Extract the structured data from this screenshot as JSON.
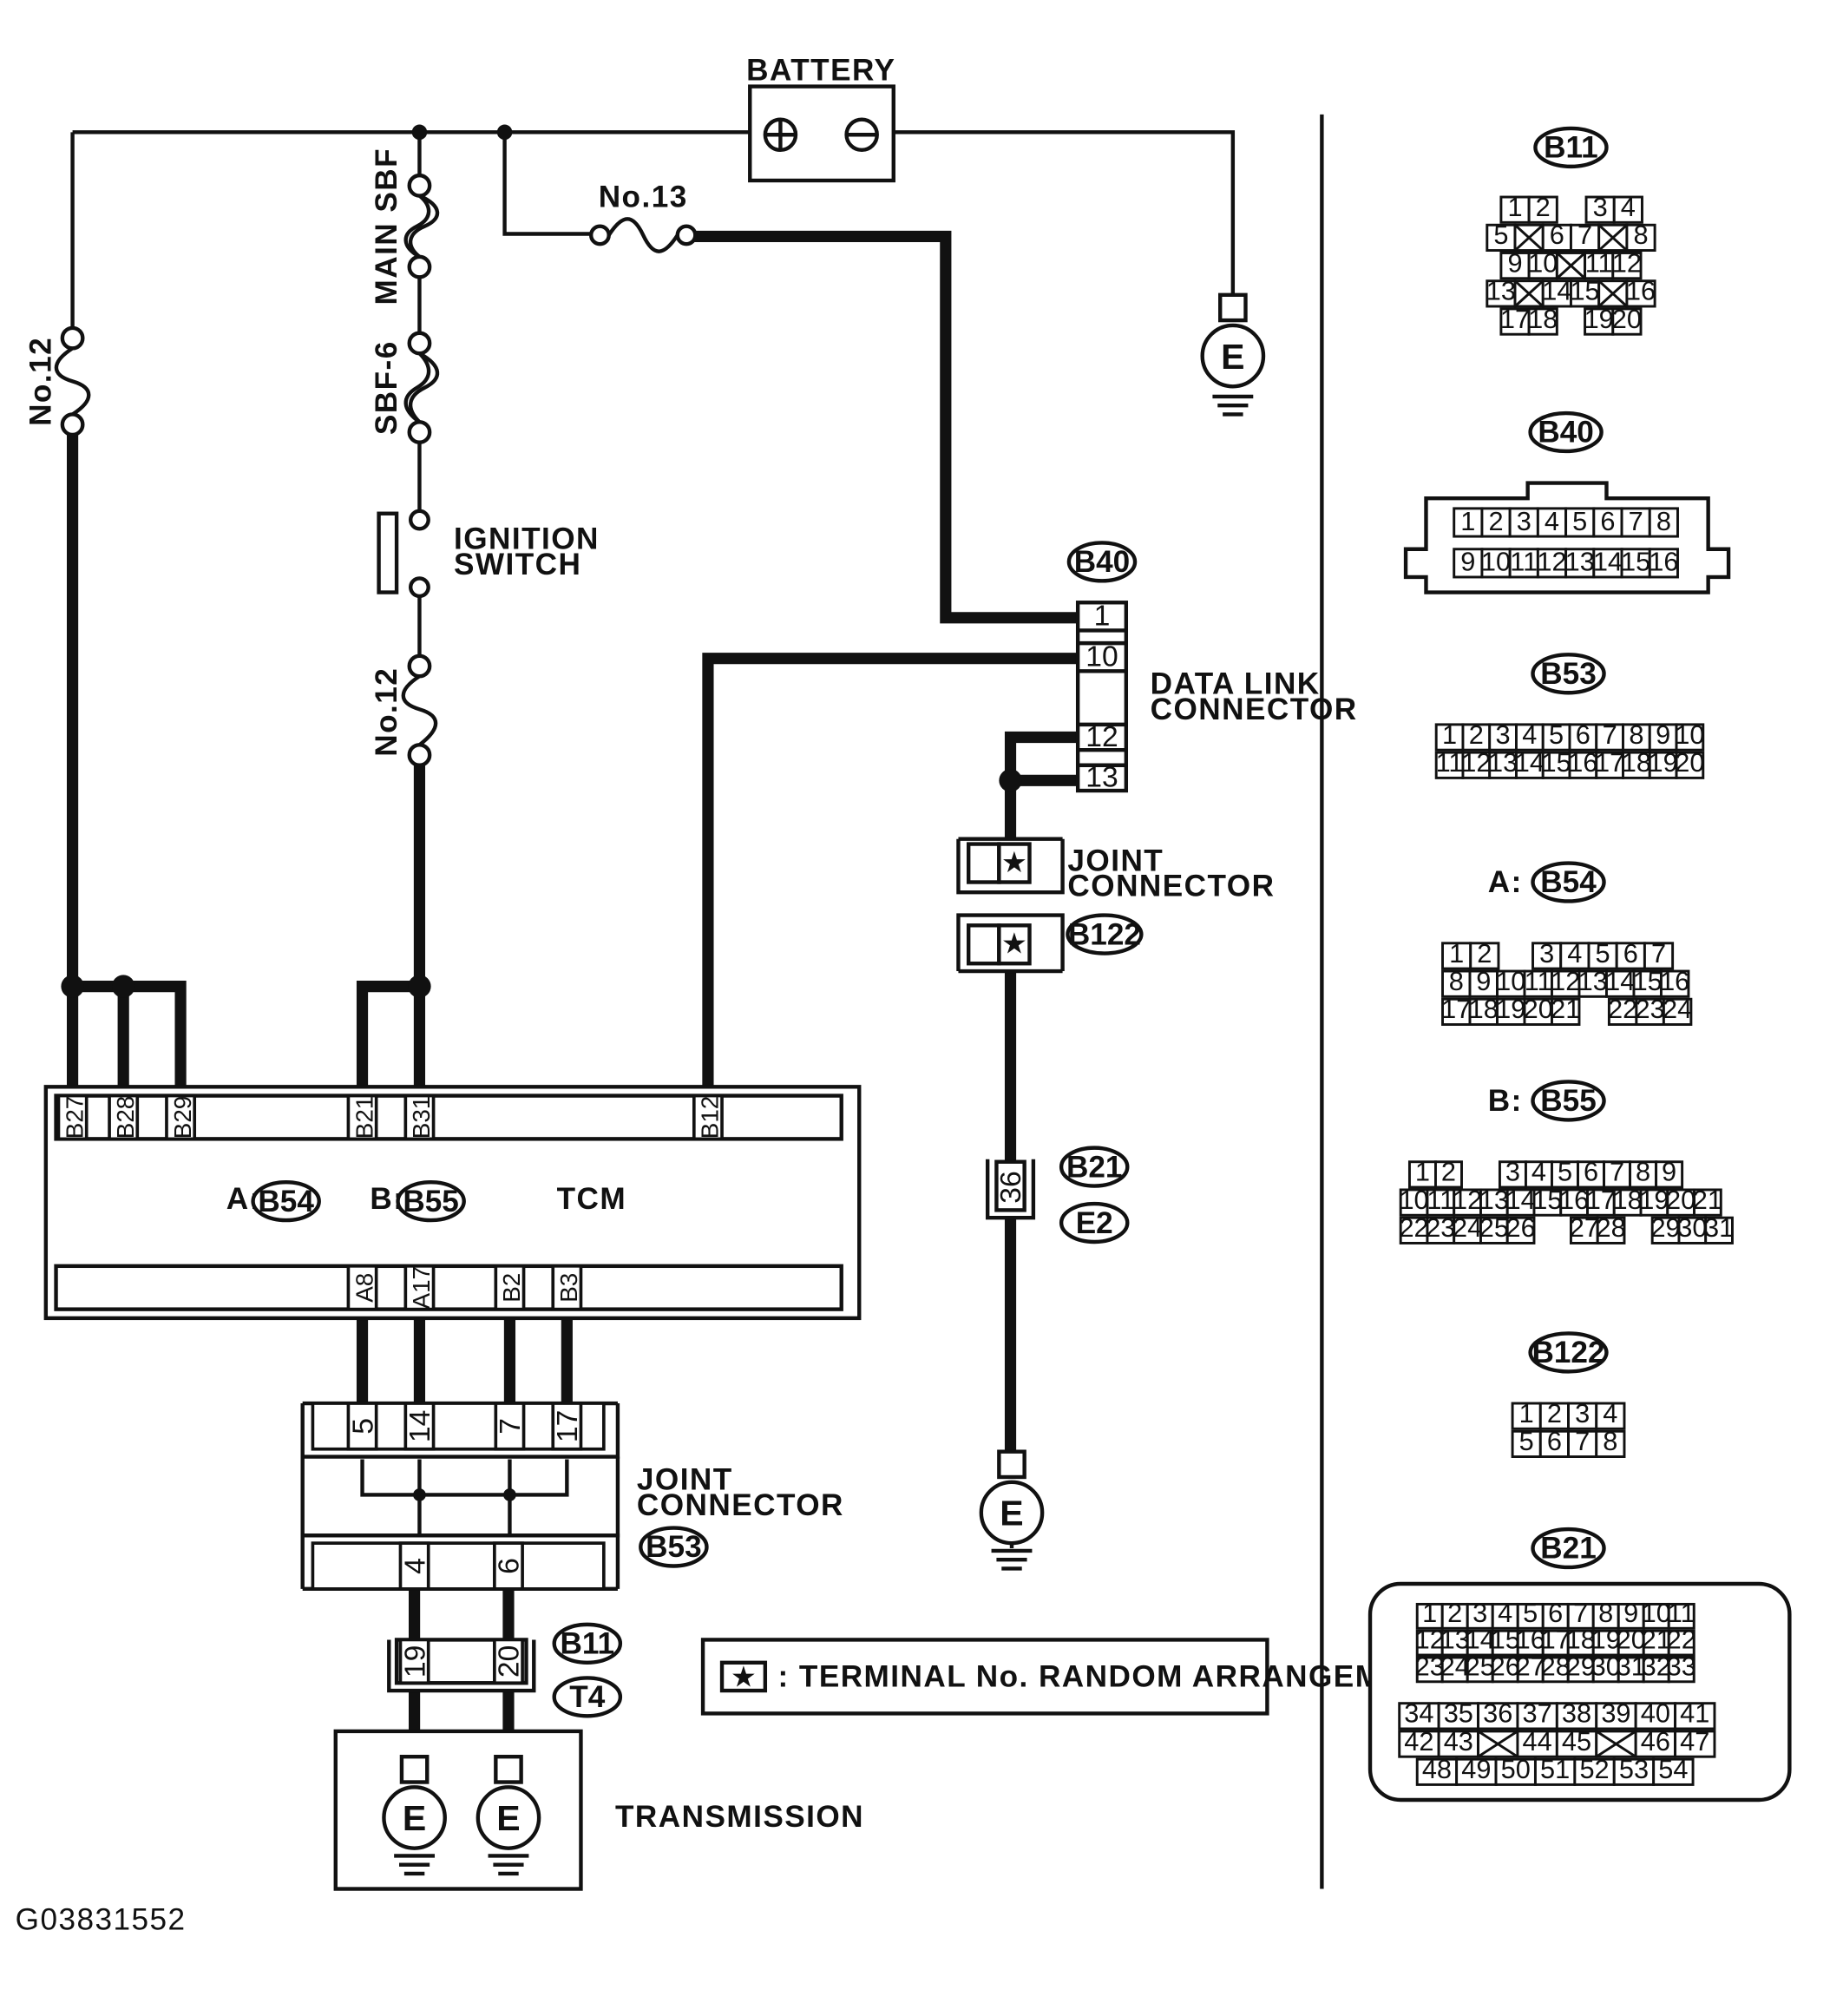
{
  "labels": {
    "battery": "BATTERY",
    "plus": "⊕",
    "minus": "⊖",
    "fuse_no13": "No.13",
    "fuse_no12_left": "No.12",
    "main_sbf": "MAIN SBF",
    "sbf6": "SBF-6",
    "ignition_switch_1": "IGNITION",
    "ignition_switch_2": "SWITCH",
    "fuse_no12_mid": "No.12",
    "data_link_1": "DATA LINK",
    "data_link_2": "CONNECTOR",
    "joint_connector_1": "JOINT",
    "joint_connector_2": "CONNECTOR",
    "joint_connector2_1": "JOINT",
    "joint_connector2_2": "CONNECTOR",
    "tcm": "TCM",
    "a_prefix": "A:",
    "b_prefix": "B:",
    "transmission": "TRANSMISSION",
    "ground": "E",
    "legend_star": "★",
    "legend_text": ": TERMINAL No. RANDOM ARRANGEMENT",
    "footer_code": "G03831552"
  },
  "connector_ids": {
    "b40": "B40",
    "b122": "B122",
    "b21": "B21",
    "e2": "E2",
    "b54": "B54",
    "b55": "B55",
    "b53": "B53",
    "b11": "B11",
    "t4": "T4"
  },
  "pins": {
    "dlc": [
      "1",
      "10",
      "12",
      "13"
    ],
    "star": "★",
    "b21_e2": "36",
    "tcm_top": [
      "B27",
      "B28",
      "B29",
      "B21",
      "B31",
      "B12"
    ],
    "tcm_bottom": [
      "A8",
      "A17",
      "B2",
      "B3"
    ],
    "b53_top": [
      "5",
      "14",
      "7",
      "17"
    ],
    "b53_bottom": [
      "4",
      "6"
    ],
    "b11_t4": [
      "19",
      "20"
    ]
  },
  "side_panel": {
    "b11": {
      "title": "B11",
      "rows": [
        [
          "1",
          "2",
          "3",
          "4"
        ],
        [
          "5",
          "6",
          "7",
          "8"
        ],
        [
          "9",
          "10",
          "11",
          "12"
        ],
        [
          "13",
          "14",
          "15",
          "16"
        ],
        [
          "17",
          "18",
          "19",
          "20"
        ]
      ]
    },
    "b40": {
      "title": "B40",
      "rows": [
        [
          "1",
          "2",
          "3",
          "4",
          "5",
          "6",
          "7",
          "8"
        ],
        [
          "9",
          "10",
          "11",
          "12",
          "13",
          "14",
          "15",
          "16"
        ]
      ]
    },
    "b53": {
      "title": "B53",
      "rows": [
        [
          "1",
          "2",
          "3",
          "4",
          "5",
          "6",
          "7",
          "8",
          "9",
          "10"
        ],
        [
          "11",
          "12",
          "13",
          "14",
          "15",
          "16",
          "17",
          "18",
          "19",
          "20"
        ]
      ]
    },
    "b54": {
      "prefix": "A:",
      "title": "B54",
      "rows": [
        [
          "1",
          "2",
          "3",
          "4",
          "5",
          "6",
          "7"
        ],
        [
          "8",
          "9",
          "10",
          "11",
          "12",
          "13",
          "14",
          "15",
          "16"
        ],
        [
          "17",
          "18",
          "19",
          "20",
          "21",
          "22",
          "23",
          "24"
        ]
      ]
    },
    "b55": {
      "prefix": "B:",
      "title": "B55",
      "rows": [
        [
          "1",
          "2",
          "3",
          "4",
          "5",
          "6",
          "7",
          "8",
          "9"
        ],
        [
          "10",
          "11",
          "12",
          "13",
          "14",
          "15",
          "16",
          "17",
          "18",
          "19",
          "20",
          "21"
        ],
        [
          "22",
          "23",
          "24",
          "25",
          "26",
          "27",
          "28",
          "29",
          "30",
          "31"
        ]
      ]
    },
    "b122": {
      "title": "B122",
      "rows": [
        [
          "1",
          "2",
          "3",
          "4"
        ],
        [
          "5",
          "6",
          "7",
          "8"
        ]
      ]
    },
    "b21": {
      "title": "B21",
      "rows": [
        [
          "1",
          "2",
          "3",
          "4",
          "5",
          "6",
          "7",
          "8",
          "9",
          "10",
          "11"
        ],
        [
          "12",
          "13",
          "14",
          "15",
          "16",
          "17",
          "18",
          "19",
          "20",
          "21",
          "22"
        ],
        [
          "23",
          "24",
          "25",
          "26",
          "27",
          "28",
          "29",
          "30",
          "31",
          "32",
          "33"
        ],
        [
          "34",
          "35",
          "36",
          "37",
          "38",
          "39",
          "40",
          "41"
        ],
        [
          "42",
          "43",
          "44",
          "45",
          "46",
          "47"
        ],
        [
          "48",
          "49",
          "50",
          "51",
          "52",
          "53",
          "54"
        ]
      ]
    }
  }
}
